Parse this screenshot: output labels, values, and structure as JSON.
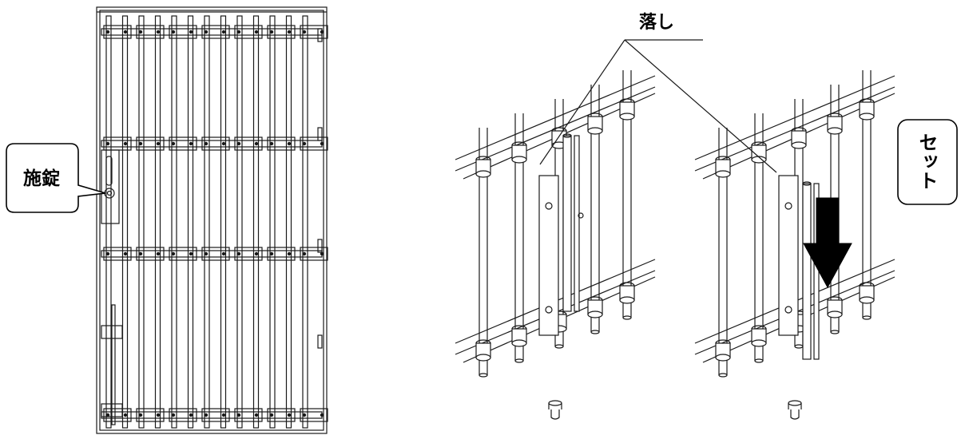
{
  "labels": {
    "lock": "施錠",
    "drop": "落し",
    "set": "セット"
  },
  "icons": {
    "down_arrow": "arrow-down-icon"
  },
  "colors": {
    "line": "#1a1a1a",
    "fill": "#ffffff",
    "arrow": "#000000"
  }
}
